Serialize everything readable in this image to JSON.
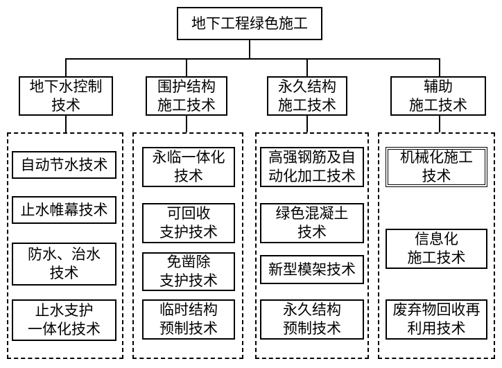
{
  "root": {
    "label": "地下工程绿色施工"
  },
  "categories": [
    {
      "label": "地下水控制\n技术",
      "items": [
        "自动节水技术",
        "止水帷幕技术",
        "防水、治水\n技术",
        "止水支护\n一体化技术"
      ]
    },
    {
      "label": "围护结构\n施工技术",
      "items": [
        "永临一体化\n技术",
        "可回收\n支护技术",
        "免凿除\n支护技术",
        "临时结构\n预制技术"
      ]
    },
    {
      "label": "永久结构\n施工技术",
      "items": [
        "高强钢筋及自\n动化加工技术",
        "绿色混凝土\n技术",
        "新型模架技术",
        "永久结构\n预制技术"
      ]
    },
    {
      "label": "辅助\n施工技术",
      "items": [
        "机械化施工\n技术",
        "信息化\n施工技术",
        "废弃物回收再\n利用技术"
      ]
    }
  ]
}
